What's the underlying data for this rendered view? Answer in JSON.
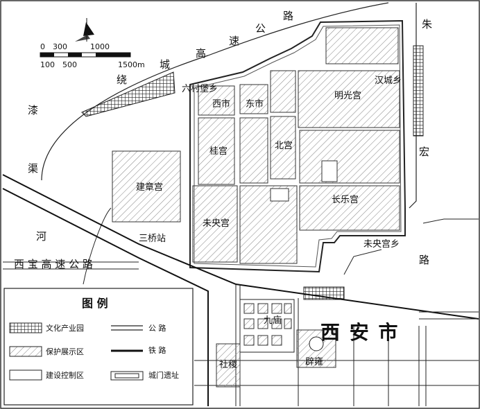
{
  "map": {
    "scale": {
      "top_ticks": [
        "0",
        "300",
        "1000"
      ],
      "bottom_ticks": [
        "100",
        "500",
        "1500m"
      ]
    },
    "roads": {
      "north_highway_chars": [
        "绕",
        "城",
        "高",
        "速",
        "公",
        "路"
      ],
      "east_road_top": "朱",
      "east_road_mid": "宏",
      "east_road_bottom": "路",
      "west_canal_chars": [
        "漆",
        "渠",
        "河"
      ],
      "southwest_highway": "西 宝 高 速 公 路"
    },
    "places": {
      "liucun": "六村堡乡",
      "hancheng": "汉城乡",
      "weiyanggong_xiang": "未央宫乡",
      "sanqiao": "三桥站",
      "xian": "西 安 市"
    },
    "palaces": {
      "xishi": "西市",
      "dongshi": "东市",
      "mingguang": "明光宫",
      "gui": "桂宫",
      "bei": "北宫",
      "jianzhang": "建章宫",
      "changle": "长乐宫",
      "weiyang": "未央宫",
      "jiumiao": "九庙",
      "biyong": "辟雍",
      "sheji": "社稷"
    },
    "legend": {
      "title": "图 例",
      "items": [
        "文化产业园",
        "保护展示区",
        "建设控制区",
        "公 路",
        "铁 路",
        "城门遗址"
      ]
    }
  }
}
